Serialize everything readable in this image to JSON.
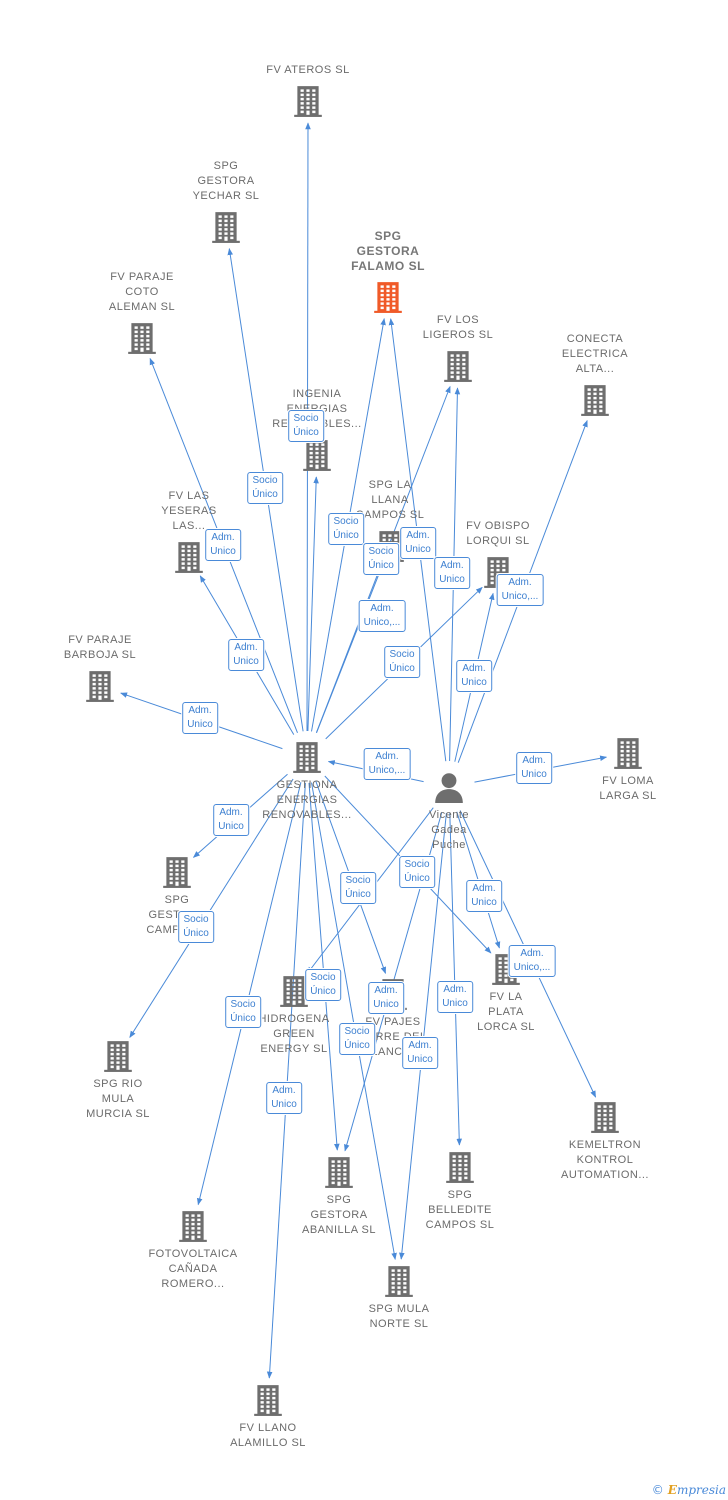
{
  "colors": {
    "edge": "#4a8ad8",
    "node_icon": "#6e6e6e",
    "focus_icon": "#f05a28",
    "label_text": "#6b6b6b"
  },
  "nodes": [
    {
      "id": "gestiona",
      "type": "company",
      "lines": [
        "GESTIONA",
        "ENERGIAS",
        "RENOVABLES..."
      ]
    },
    {
      "id": "vicente",
      "type": "person",
      "lines": [
        "Vicente",
        "Gadea",
        "Puche"
      ]
    },
    {
      "id": "falamo",
      "type": "focus",
      "lines": [
        "SPG",
        "GESTORA",
        "FALAMO  SL"
      ]
    },
    {
      "id": "ateros",
      "type": "company",
      "lines": [
        "FV ATEROS  SL"
      ]
    },
    {
      "id": "yechar",
      "type": "company",
      "lines": [
        "SPG",
        "GESTORA",
        "YECHAR  SL"
      ]
    },
    {
      "id": "coto",
      "type": "company",
      "lines": [
        "FV PARAJE",
        "COTO",
        "ALEMAN  SL"
      ]
    },
    {
      "id": "ligeros",
      "type": "company",
      "lines": [
        "FV LOS",
        "LIGEROS  SL"
      ]
    },
    {
      "id": "conecta",
      "type": "company",
      "lines": [
        "CONECTA",
        "ELECTRICA",
        "ALTA..."
      ]
    },
    {
      "id": "ingenia",
      "type": "company",
      "lines": [
        "INGENIA",
        "ENERGIAS",
        "RENOVABLES..."
      ]
    },
    {
      "id": "llana",
      "type": "company",
      "lines": [
        "SPG LA",
        "LLANA",
        "CAMPOS  SL"
      ]
    },
    {
      "id": "yeseras",
      "type": "company",
      "lines": [
        "FV LAS",
        "YESERAS",
        "LAS..."
      ]
    },
    {
      "id": "obispo",
      "type": "company",
      "lines": [
        "FV OBISPO",
        "LORQUI  SL"
      ]
    },
    {
      "id": "barboja",
      "type": "company",
      "lines": [
        "FV PARAJE",
        "BARBOJA  SL"
      ]
    },
    {
      "id": "loma",
      "type": "company",
      "lines": [
        "FV LOMA",
        "LARGA  SL"
      ]
    },
    {
      "id": "gestcampos",
      "type": "company",
      "lines": [
        "SPG",
        "GESTORA",
        "CAMPOS..."
      ]
    },
    {
      "id": "hidrogena",
      "type": "company",
      "lines": [
        "HIDROGENA",
        "GREEN",
        "ENERGY  SL"
      ]
    },
    {
      "id": "torre",
      "type": "company",
      "lines": [
        "FV PAJES",
        "TORRE DEL",
        "BLANCO..."
      ]
    },
    {
      "id": "plata",
      "type": "company",
      "lines": [
        "FV LA",
        "PLATA",
        "LORCA  SL"
      ]
    },
    {
      "id": "riomula",
      "type": "company",
      "lines": [
        "SPG RIO",
        "MULA",
        "MURCIA  SL"
      ]
    },
    {
      "id": "kemeltron",
      "type": "company",
      "lines": [
        "KEMELTRON",
        "KONTROL",
        "AUTOMATION..."
      ]
    },
    {
      "id": "abanilla",
      "type": "company",
      "lines": [
        "SPG",
        "GESTORA",
        "ABANILLA  SL"
      ]
    },
    {
      "id": "belledite",
      "type": "company",
      "lines": [
        "SPG",
        "BELLEDITE",
        "CAMPOS  SL"
      ]
    },
    {
      "id": "canada",
      "type": "company",
      "lines": [
        "FOTOVOLTAICA",
        "CAÑADA",
        "ROMERO..."
      ]
    },
    {
      "id": "mulanorte",
      "type": "company",
      "lines": [
        "SPG MULA",
        "NORTE  SL"
      ]
    },
    {
      "id": "llano",
      "type": "company",
      "lines": [
        "FV LLANO",
        "ALAMILLO  SL"
      ]
    }
  ],
  "edges": [
    {
      "from": "gestiona",
      "to": "ateros",
      "label": [
        "Adm.",
        "Unico"
      ]
    },
    {
      "from": "gestiona",
      "to": "yechar",
      "label": [
        "Socio",
        "Único"
      ]
    },
    {
      "from": "gestiona",
      "to": "coto",
      "label": [
        "Adm.",
        "Unico"
      ]
    },
    {
      "from": "gestiona",
      "to": "falamo",
      "label": [
        "Socio",
        "Único"
      ]
    },
    {
      "from": "gestiona",
      "to": "ingenia",
      "label": [
        "Socio",
        "Único"
      ]
    },
    {
      "from": "gestiona",
      "to": "ligeros",
      "label": [
        "Socio",
        "Único"
      ]
    },
    {
      "from": "gestiona",
      "to": "llana",
      "label": [
        "Adm.",
        "Unico,..."
      ]
    },
    {
      "from": "gestiona",
      "to": "yeseras",
      "label": [
        "Adm.",
        "Unico"
      ]
    },
    {
      "from": "gestiona",
      "to": "obispo",
      "label": [
        "Socio",
        "Único"
      ]
    },
    {
      "from": "gestiona",
      "to": "barboja",
      "label": [
        "Adm.",
        "Unico"
      ]
    },
    {
      "from": "gestiona",
      "to": "gestcampos",
      "label": [
        "Adm.",
        "Unico"
      ]
    },
    {
      "from": "gestiona",
      "to": "riomula",
      "label": [
        "Socio",
        "Único"
      ]
    },
    {
      "from": "gestiona",
      "to": "canada",
      "label": [
        "Socio",
        "Único"
      ]
    },
    {
      "from": "gestiona",
      "to": "llano",
      "label": [
        "Adm.",
        "Unico"
      ]
    },
    {
      "from": "gestiona",
      "to": "abanilla",
      "label": [
        "Socio",
        "Único"
      ]
    },
    {
      "from": "gestiona",
      "to": "mulanorte",
      "label": [
        "Socio",
        "Único"
      ]
    },
    {
      "from": "gestiona",
      "to": "torre",
      "label": [
        "Socio",
        "Único"
      ]
    },
    {
      "from": "gestiona",
      "to": "plata",
      "label": [
        "Socio",
        "Único"
      ]
    },
    {
      "from": "vicente",
      "to": "gestiona",
      "label": [
        "Adm.",
        "Unico,..."
      ]
    },
    {
      "from": "vicente",
      "to": "falamo",
      "label": [
        "Adm.",
        "Unico"
      ]
    },
    {
      "from": "vicente",
      "to": "ligeros",
      "label": [
        "Adm.",
        "Unico"
      ]
    },
    {
      "from": "vicente",
      "to": "obispo",
      "label": [
        "Adm.",
        "Unico,..."
      ]
    },
    {
      "from": "vicente",
      "to": "conecta",
      "label": [
        "Adm.",
        "Unico"
      ]
    },
    {
      "from": "vicente",
      "to": "loma",
      "label": [
        "Adm.",
        "Unico"
      ]
    },
    {
      "from": "vicente",
      "to": "hidrogena",
      "label": [
        "Socio",
        "Único"
      ]
    },
    {
      "from": "vicente",
      "to": "plata",
      "label": [
        "Adm.",
        "Unico"
      ]
    },
    {
      "from": "vicente",
      "to": "kemeltron",
      "label": [
        "Adm.",
        "Unico,..."
      ]
    },
    {
      "from": "vicente",
      "to": "belledite",
      "label": [
        "Adm.",
        "Unico"
      ]
    },
    {
      "from": "vicente",
      "to": "abanilla",
      "label": [
        "Adm.",
        "Unico"
      ]
    },
    {
      "from": "vicente",
      "to": "mulanorte",
      "label": [
        "Adm.",
        "Unico"
      ]
    }
  ],
  "footer": {
    "copyright": "©",
    "brand_first": "E",
    "brand_rest": "mpresia"
  }
}
